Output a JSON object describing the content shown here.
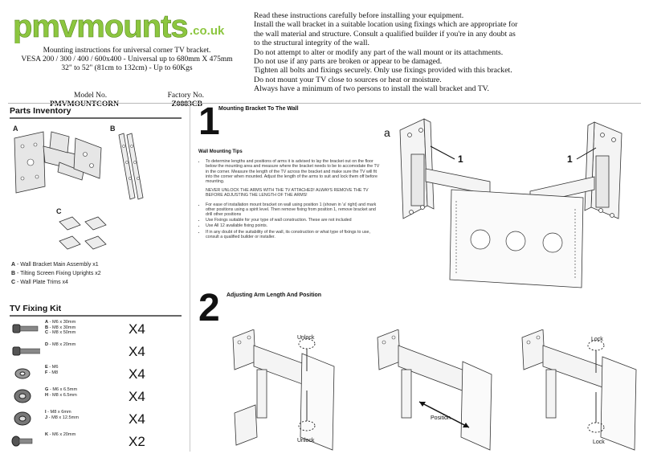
{
  "header": {
    "logo": "pmvmounts",
    "logo_suffix": ".co.uk",
    "intro_line1": "Mounting instructions for universal corner TV bracket.",
    "intro_line2": "VESA 200 / 300 / 400 / 600x400  -  Universal up to 680mm X 475mm",
    "intro_line3": "32\" to 52\" (81cm to 132cm)  -  Up to 60Kgs",
    "model_label": "Model No.",
    "factory_label": "Factory No.",
    "model_value": "PMVMOUNTCORN",
    "factory_value": "Z0883CB",
    "brand_color": "#8cc63f"
  },
  "warnings": [
    "Read these instructions carefully before installing your equipment.",
    "Install the wall bracket in a suitable location using fixings which are appropriate for",
    "the wall material and structure. Consult a qualified builder if you're in any doubt as",
    "to the structural integrity of the wall.",
    "Do not attempt to alter or modify any part of the wall mount or its attachments.",
    "Do not use if any parts are broken or appear to be damaged.",
    "Tighten all bolts and fixings securely. Only use fixings provided with this bracket.",
    "Do not mount your TV close to sources or heat or moisture.",
    "Always have a minimum of two persons to install the wall bracket and TV."
  ],
  "parts_inventory": {
    "title": "Parts Inventory",
    "labels": [
      "A",
      "B",
      "C"
    ],
    "items": [
      {
        "letter": "A",
        "text": "- Wall Bracket Main Assembly x1"
      },
      {
        "letter": "B",
        "text": "- Tilting Screen Fixing Uprights x2"
      },
      {
        "letter": "C",
        "text": "- Wall Plate Trims x4"
      }
    ]
  },
  "fixing_kit": {
    "title": "TV Fixing Kit",
    "rows": [
      {
        "lines": [
          [
            "A",
            " - M6 x 30mm"
          ],
          [
            "B",
            " - M8 x 30mm"
          ],
          [
            "C",
            " - M8 x 50mm"
          ]
        ],
        "qty": "X4"
      },
      {
        "lines": [
          [
            "D",
            " - M8 x 20mm"
          ]
        ],
        "qty": "X4"
      },
      {
        "lines": [
          [
            "E",
            " - M6"
          ],
          [
            "F",
            " - M8"
          ]
        ],
        "qty": "X4"
      },
      {
        "lines": [
          [
            "G",
            " - M6 x 6.5mm"
          ],
          [
            "H",
            " - M8 x 6.5mm"
          ]
        ],
        "qty": "X4"
      },
      {
        "lines": [
          [
            "I",
            " - M8 x 6mm"
          ],
          [
            "J",
            " - M8 x 12.5mm"
          ]
        ],
        "qty": "X4"
      },
      {
        "lines": [
          [
            "K",
            " - M6 x 20mm"
          ]
        ],
        "qty": "X2"
      }
    ]
  },
  "step1": {
    "number": "1",
    "title": "Mounting Bracket To The Wall",
    "tips_heading": "Wall Mounting Tips",
    "tips_bullet1": "To determine lengths and positions of arms it is advised to lay the bracket out on the floor below the mounting area and measure where the bracket needs to be to accomodate the TV in the corner. Measure the length of the TV across the bracket and make sure the TV will fit into the corner when mounted. Adjust the length of the arms to suit and lock them off before mounting.",
    "tips_caps": "NEVER UNLOCK THE ARMS WITH THE TV ATTACHED! ALWAYS REMOVE THE TV BEFORE ADJUSTING THE LENGTH OF THE ARMS!",
    "tips_bullets2": [
      "For ease of installation mount bracket on wall using position 1 (shown in 'a' right) and mark other positions using a spirit level. Then remove fixing from position 1, remove bracket and drill other positions",
      "Use Fixings suitable for your type of wall construction. These are not included",
      "Use All 12 available fixing points.",
      "If in any doubt of the suitability of the wall, its construction or what type of fixings to use, consult a qualified builder or installer."
    ],
    "diagram_label_a": "a",
    "diagram_label_1": "1"
  },
  "step2": {
    "number": "2",
    "title": "Adjusting Arm Length And Position",
    "unlock": "Unlock",
    "lock": "Lock",
    "position": "Position"
  }
}
